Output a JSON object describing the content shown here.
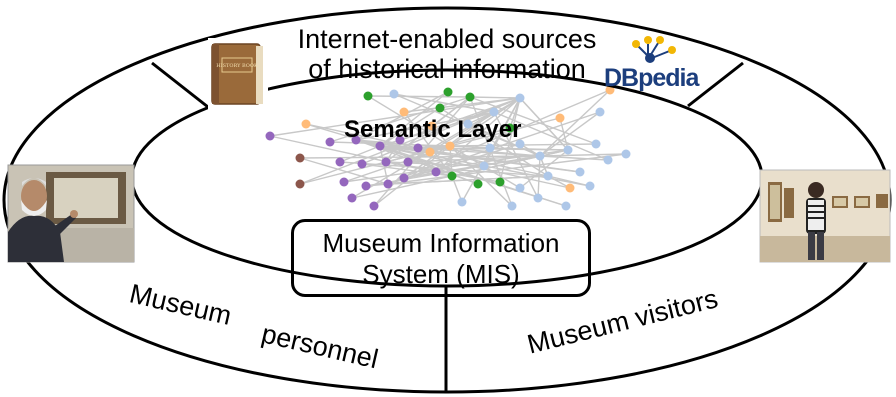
{
  "diagram": {
    "sources_line1": "Internet-enabled sources",
    "sources_line2": "of historical information",
    "semantic_layer": "Semantic Layer",
    "mis_line1": "Museum Information",
    "mis_line2": "System (MIS)",
    "personnel_word1": "Museum",
    "personnel_word2": "personnel",
    "visitors_label": "Museum  visitors",
    "dbpedia_logo_text": "DBpedia",
    "history_book_text": "HISTORY BOOK"
  },
  "colors": {
    "outline": "#000000",
    "graph_edges": "#c8c8c8",
    "node_purple": "#9467bd",
    "node_green": "#2ca02c",
    "node_orange": "#ffbb78",
    "node_blue": "#aec7e8",
    "node_brown": "#8c564b",
    "dbpedia_blue": "#1c3e7d",
    "dbpedia_yellow": "#f2b705",
    "book_brown": "#9a6a3a"
  }
}
